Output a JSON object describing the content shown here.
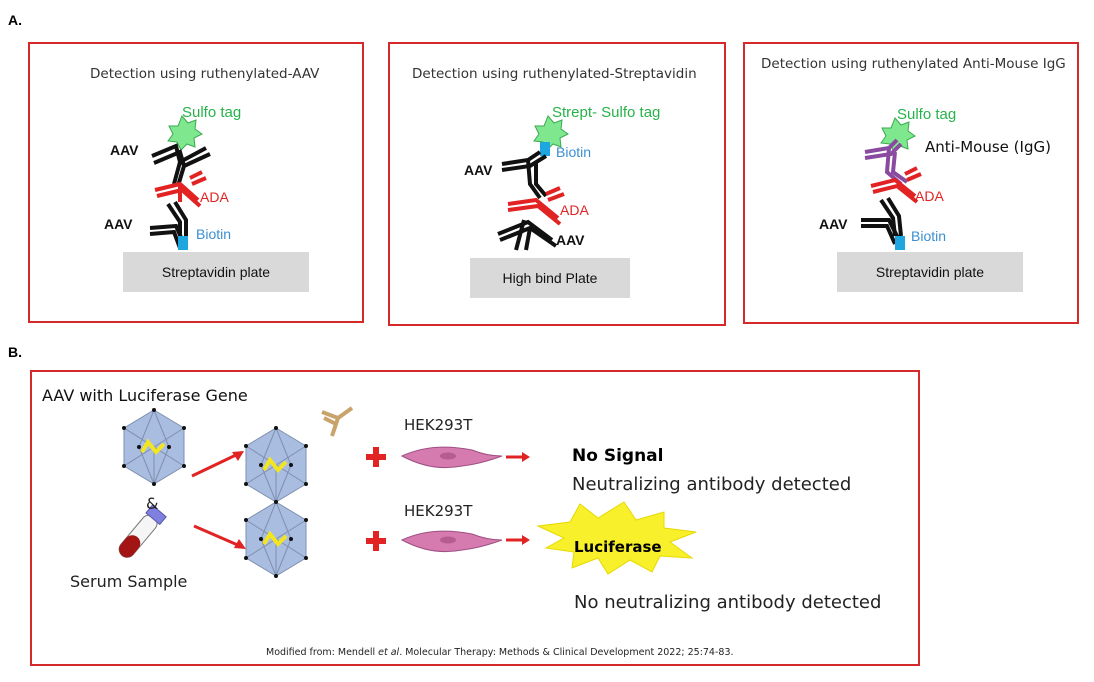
{
  "section_a": {
    "label": "A.",
    "panel1": {
      "title": "Detection using ruthenylated-AAV",
      "sulfo": "Sulfo tag",
      "aav_top": "AAV",
      "ada": "ADA",
      "aav_bottom": "AAV",
      "biotin": "Biotin",
      "plate": "Streptavidin plate"
    },
    "panel2": {
      "title": "Detection using ruthenylated-Streptavidin",
      "sulfo": "Strept- Sulfo tag",
      "biotin": "Biotin",
      "aav_top": "AAV",
      "ada": "ADA",
      "aav_bottom": "AAV",
      "plate": "High bind Plate"
    },
    "panel3": {
      "title": "Detection using ruthenylated Anti-Mouse IgG",
      "sulfo": "Sulfo tag",
      "anti_mouse": "Anti-Mouse (IgG)",
      "ada": "ADA",
      "aav": "AAV",
      "biotin": "Biotin",
      "plate": "Streptavidin plate"
    }
  },
  "section_b": {
    "label": "B.",
    "aav_gene": "AAV with Luciferase Gene",
    "ampersand": "&",
    "serum": "Serum Sample",
    "hek_top": "HEK293T",
    "hek_bottom": "HEK293T",
    "no_signal": "No Signal",
    "neutralizing_detected": "Neutralizing antibody detected",
    "luciferase": "Luciferase",
    "no_neutralizing": "No neutralizing antibody detected",
    "citation_prefix": "Modified from: Mendell ",
    "citation_etal": "et al",
    "citation_suffix": ". Molecular Therapy: Methods & Clinical Development 2022; 25:74-83."
  },
  "colors": {
    "panel_border": "#d42a2a",
    "sulfo_green": "#27b34a",
    "biotin_blue": "#3b8fd1",
    "ada_red": "#e12323",
    "plate_gray": "#d9d9d9",
    "capsid_blue": "#a9bde0",
    "cell_pink": "#d67bb0",
    "luciferase_yellow": "#f7f02a"
  }
}
